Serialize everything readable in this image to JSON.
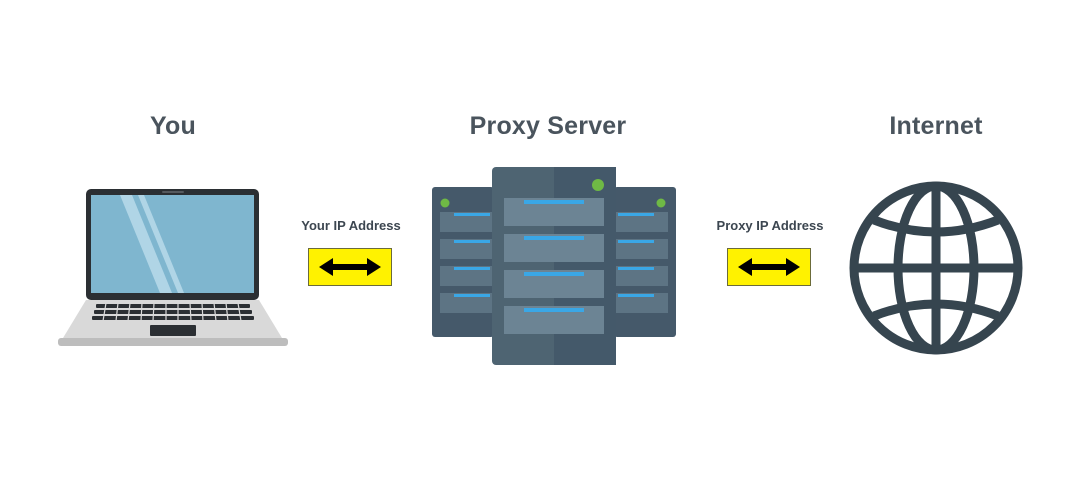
{
  "nodes": {
    "you": {
      "label": "You",
      "icon": "laptop-icon"
    },
    "proxy": {
      "label": "Proxy Server",
      "icon": "server-icon"
    },
    "internet": {
      "label": "Internet",
      "icon": "globe-icon"
    }
  },
  "connections": {
    "left": {
      "label": "Your IP Address",
      "icon": "double-arrow-icon"
    },
    "right": {
      "label": "Proxy IP Address",
      "icon": "double-arrow-icon"
    }
  },
  "colors": {
    "heading": "#4a545d",
    "arrow_box": "#fff200",
    "globe": "#36454f",
    "server_body": "#4e6472",
    "server_light": "#6fb945",
    "server_bar": "#3aa7e6",
    "laptop_screen": "#7fb6cf"
  }
}
